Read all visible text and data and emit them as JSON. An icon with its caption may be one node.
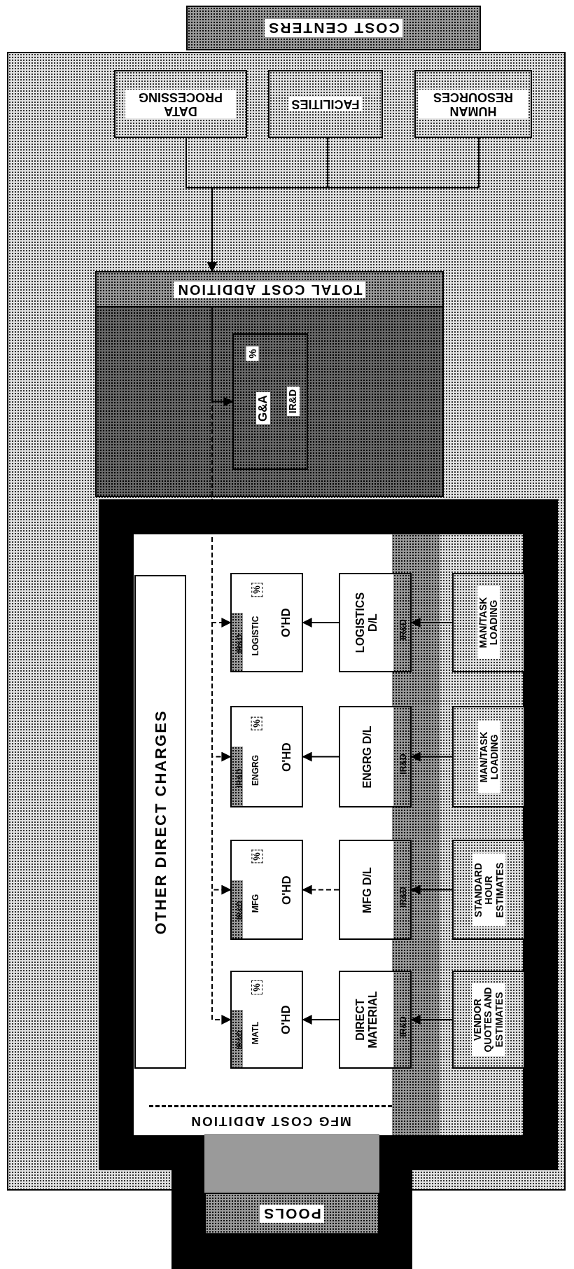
{
  "diagram": {
    "nodes": [
      {
        "text": [
          "COST CENTERS"
        ]
      },
      {
        "text": [
          "DATA PROCESSING"
        ]
      },
      {
        "text": [
          "FACILITIES"
        ]
      },
      {
        "text": [
          "HUMAN RESOURCES"
        ]
      },
      {
        "text": [
          "TOTAL COST ADDITION"
        ]
      },
      {
        "text": [
          "%",
          "G&A",
          "IR&D"
        ],
        "in": 4
      },
      {
        "text": [
          "MFG COST ADDITION"
        ]
      },
      {
        "text": [
          "OTHER DIRECT CHARGES"
        ],
        "in": 6
      },
      {
        "text": [
          "IR&D",
          "LOGISTIC",
          "%",
          "O'HD"
        ],
        "in": 6
      },
      {
        "text": [
          "IR&D",
          "ENGRG",
          "%",
          "O'HD"
        ],
        "in": 6
      },
      {
        "text": [
          "IR&D",
          "MFG",
          "%",
          "O'HD"
        ],
        "in": 6
      },
      {
        "text": [
          "IR&D",
          "MATL",
          "%",
          "O'HD"
        ],
        "in": 6
      },
      {
        "text": [
          "LOGISTICS D/L",
          "IR&D"
        ],
        "in": 6
      },
      {
        "text": [
          "ENGRG D/L",
          "IR&D"
        ],
        "in": 6
      },
      {
        "text": [
          "MFG D/L",
          "IR&D"
        ],
        "in": 6
      },
      {
        "text": [
          "DIRECT MATERIAL",
          "IR&D"
        ],
        "in": 6
      },
      {
        "text": [
          "MAN/TASK LOADING"
        ],
        "in": 6
      },
      {
        "text": [
          "MAN/TASK LOADING"
        ],
        "in": 6
      },
      {
        "text": [
          "STANDARD HOUR ESTIMATES"
        ],
        "in": 6
      },
      {
        "text": [
          "VENDOR QUOTES AND ESTIMATES"
        ],
        "in": 6
      },
      {
        "text": [
          "POOLS"
        ]
      }
    ],
    "edges": [
      {
        "from": 1,
        "to": 4,
        "arrow": "to"
      },
      {
        "from": 2,
        "to": 4,
        "arrow": "to"
      },
      {
        "from": 3,
        "to": 4,
        "arrow": "to"
      },
      {
        "from": 4,
        "to": 5,
        "arrow": "to"
      },
      {
        "from": 4,
        "to": 8,
        "arrow": "to",
        "style": "dashed"
      },
      {
        "from": 4,
        "to": 9,
        "arrow": "to",
        "style": "dashed"
      },
      {
        "from": 4,
        "to": 10,
        "arrow": "to",
        "style": "dashed"
      },
      {
        "from": 4,
        "to": 11,
        "arrow": "to",
        "style": "dashed"
      },
      {
        "from": 12,
        "to": 8,
        "arrow": "to"
      },
      {
        "from": 13,
        "to": 9,
        "arrow": "to"
      },
      {
        "from": 14,
        "to": 10,
        "arrow": "to",
        "style": "dashed"
      },
      {
        "from": 15,
        "to": 11,
        "arrow": "to"
      },
      {
        "from": 16,
        "to": 12,
        "arrow": "to"
      },
      {
        "from": 17,
        "to": 13,
        "arrow": "to"
      },
      {
        "from": 18,
        "to": 14,
        "arrow": "to"
      },
      {
        "from": 19,
        "to": 15,
        "arrow": "to"
      }
    ]
  }
}
